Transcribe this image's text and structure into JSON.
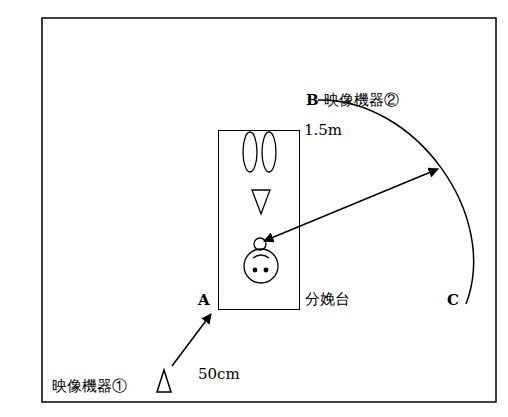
{
  "diagram": {
    "nodes": [
      {
        "text": [
          "分娩台"
        ]
      }
    ],
    "labels": [
      "B",
      "映像機器②",
      "1.5m",
      "A",
      "C",
      "映像機器①",
      "50cm"
    ]
  }
}
